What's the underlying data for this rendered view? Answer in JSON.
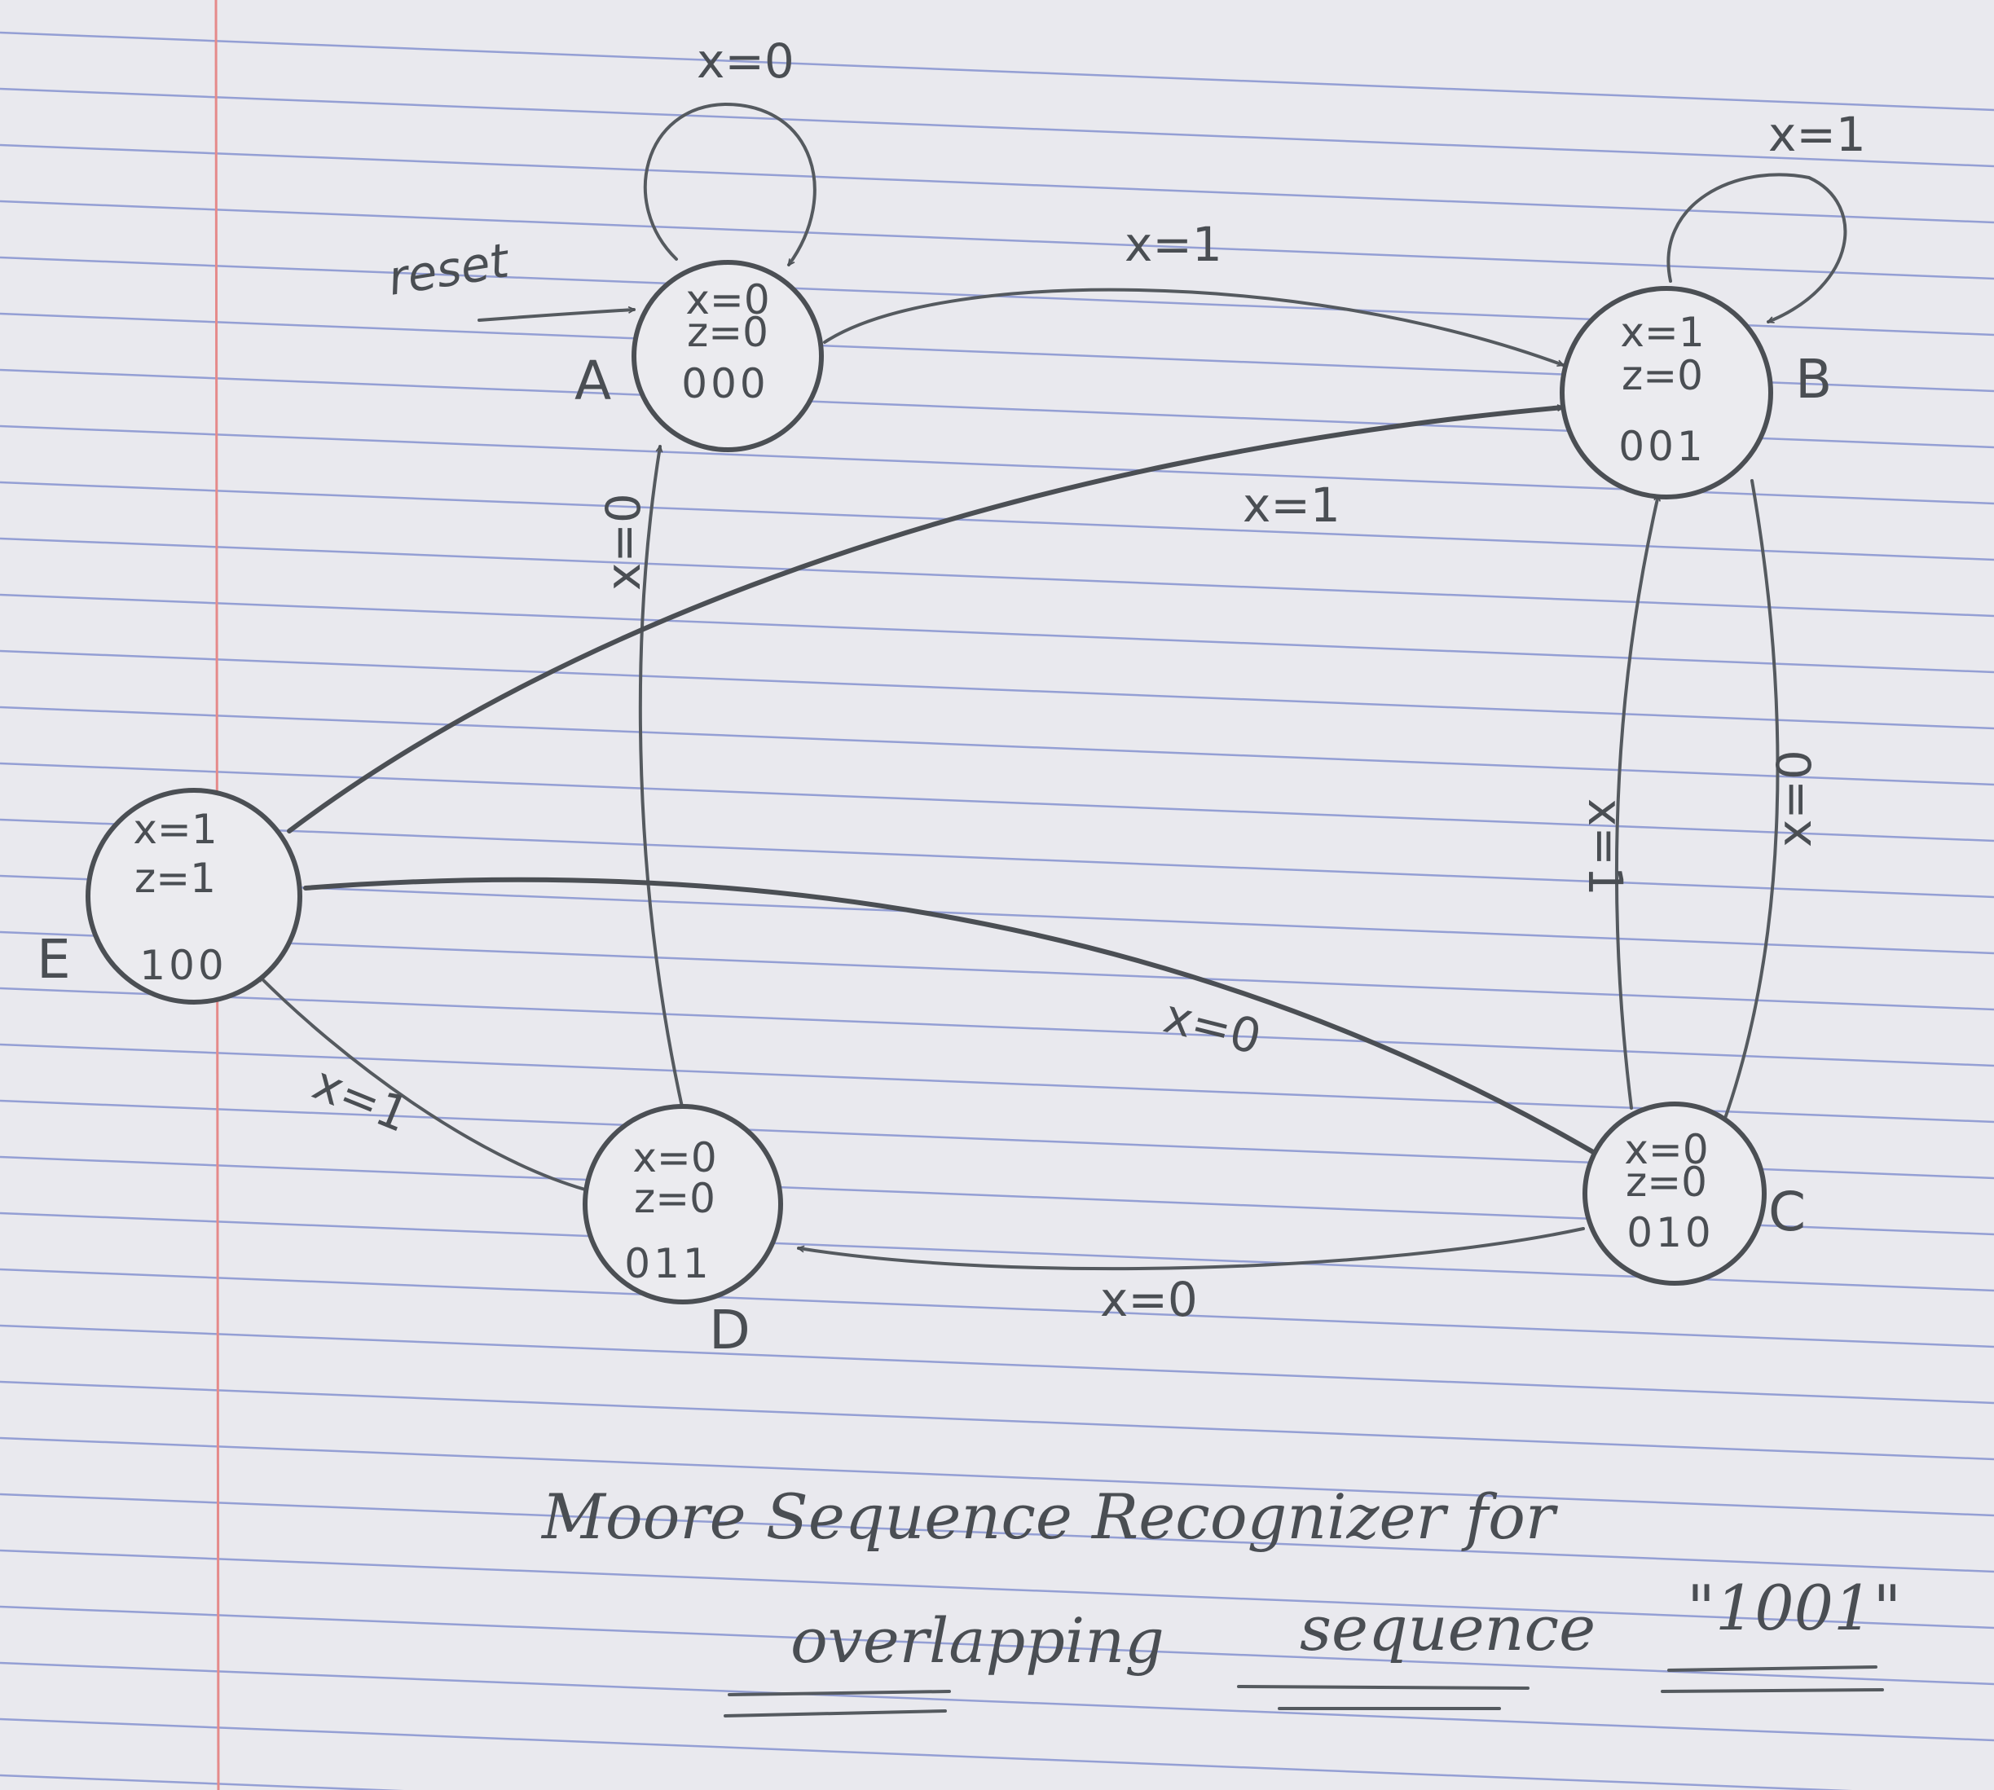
{
  "states": [
    {
      "id": "A",
      "name": "A",
      "input": "x=0",
      "output": "z=0",
      "code": "000"
    },
    {
      "id": "B",
      "name": "B",
      "input": "x=1",
      "output": "z=0",
      "code": "001"
    },
    {
      "id": "C",
      "name": "C",
      "input": "x=0",
      "output": "z=0",
      "code": "010"
    },
    {
      "id": "D",
      "name": "D",
      "input": "x=0",
      "output": "z=0",
      "code": "011"
    },
    {
      "id": "E",
      "name": "E",
      "input": "x=1",
      "output": "z=1",
      "code": "100"
    }
  ],
  "reset_label": "reset",
  "transitions": [
    {
      "from": "A",
      "to": "A",
      "label": "x=0"
    },
    {
      "from": "A",
      "to": "B",
      "label": "x=1"
    },
    {
      "from": "B",
      "to": "B",
      "label": "x=1"
    },
    {
      "from": "B",
      "to": "C",
      "label": "x=0"
    },
    {
      "from": "C",
      "to": "B",
      "label": "x=1"
    },
    {
      "from": "C",
      "to": "D",
      "label": "x=0"
    },
    {
      "from": "D",
      "to": "A",
      "label": "x=0"
    },
    {
      "from": "D",
      "to": "E",
      "label": "x=1"
    },
    {
      "from": "E",
      "to": "B",
      "label": "x=1"
    },
    {
      "from": "E",
      "to": "C",
      "label": "x=0"
    }
  ],
  "caption": {
    "line1": "Moore Sequence Recognizer for",
    "line2_word1": "overlapping",
    "line2_word2": "sequence",
    "line2_word3": "\"1001\""
  },
  "colors": {
    "pencil": "#4b4f54",
    "paper": "#e9e9ee",
    "rule": "#6f7fc9",
    "margin": "#e58a8a"
  }
}
